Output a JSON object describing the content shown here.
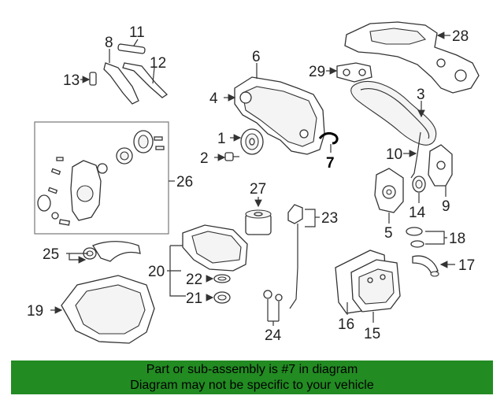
{
  "callouts": {
    "c1": "1",
    "c2": "2",
    "c3": "3",
    "c4": "4",
    "c5": "5",
    "c6": "6",
    "c7": "7",
    "c8": "8",
    "c9": "9",
    "c10": "10",
    "c11": "11",
    "c12": "12",
    "c13": "13",
    "c14": "14",
    "c15": "15",
    "c16": "16",
    "c17": "17",
    "c18": "18",
    "c19": "19",
    "c20": "20",
    "c21": "21",
    "c22": "22",
    "c23": "23",
    "c24": "24",
    "c25": "25",
    "c26": "26",
    "c27": "27",
    "c28": "28",
    "c29": "29"
  },
  "highlight_part": "7",
  "colors": {
    "banner_bg": "#228b22",
    "line": "#333333",
    "highlight": "#000000"
  },
  "banner": {
    "line1": "Part or sub-assembly is #7 in diagram",
    "line2": "Diagram may not be specific to your vehicle"
  }
}
